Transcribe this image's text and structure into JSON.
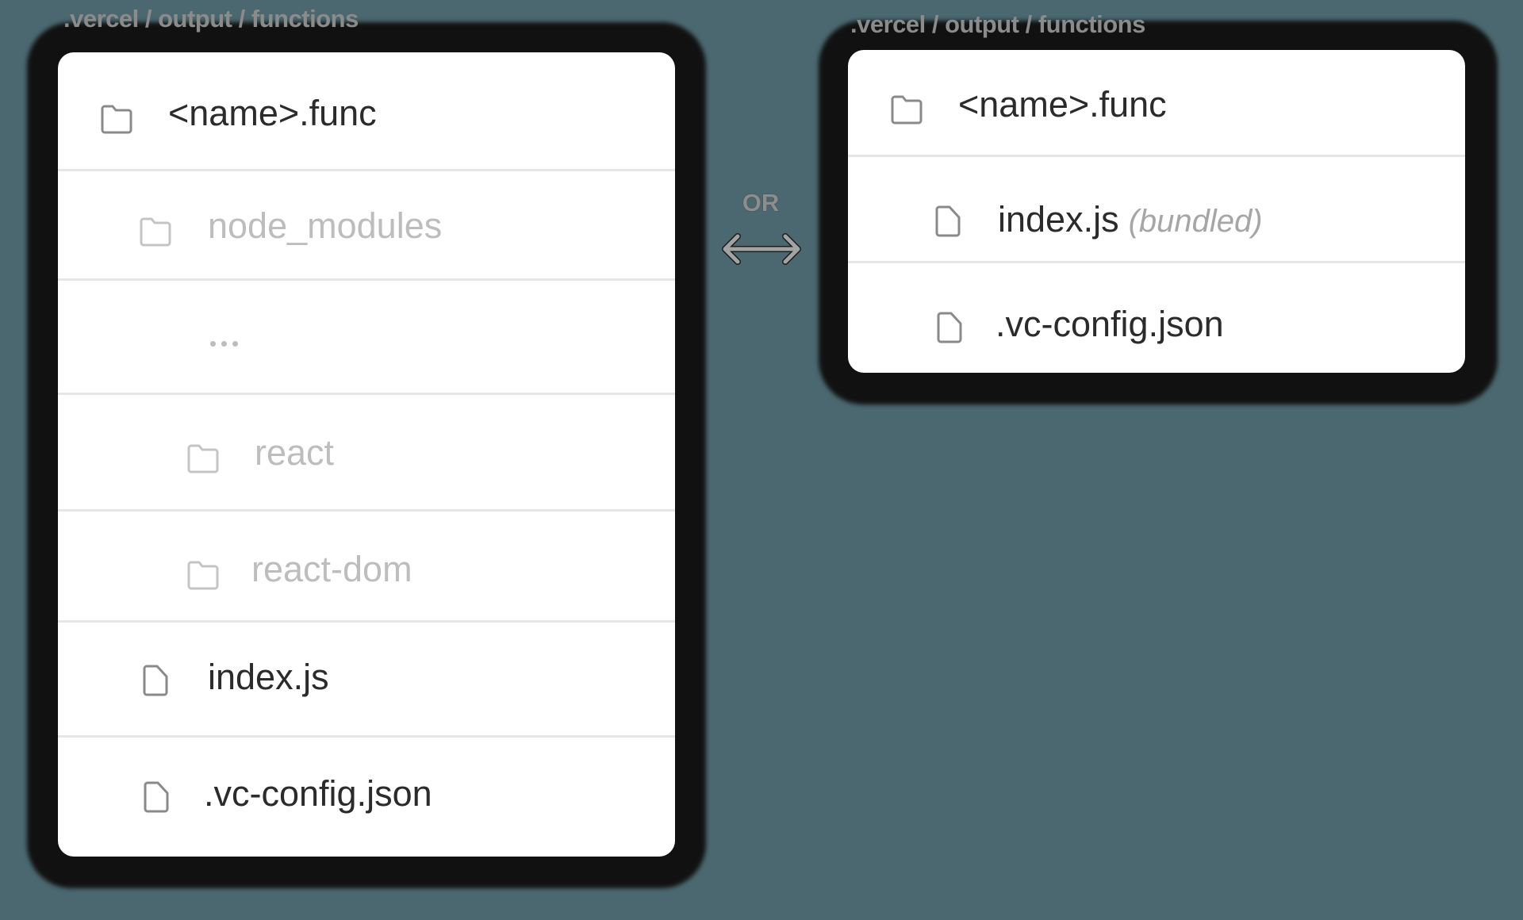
{
  "colors": {
    "background": "#4b6870",
    "card": "#ffffff",
    "shadow": "#111111",
    "text_primary": "#2b2b2b",
    "text_dimmed": "#bdbdbd",
    "text_note": "#a6a6a6",
    "divider": "#e6e6e6",
    "path_label": "#8b8b8b"
  },
  "left_panel": {
    "path_label": ".vercel / output / functions",
    "rows": [
      {
        "type": "folder",
        "icon": "folder-icon",
        "label": "<name>.func",
        "depth": 0,
        "dimmed": false
      },
      {
        "type": "folder",
        "icon": "folder-icon",
        "label": "node_modules",
        "depth": 1,
        "dimmed": true
      },
      {
        "type": "ellipsis",
        "label": "...",
        "depth": 2,
        "dimmed": true
      },
      {
        "type": "folder",
        "icon": "folder-icon",
        "label": "react",
        "depth": 2,
        "dimmed": true
      },
      {
        "type": "folder",
        "icon": "folder-icon",
        "label": "react-dom",
        "depth": 2,
        "dimmed": true
      },
      {
        "type": "file",
        "icon": "file-icon",
        "label": "index.js",
        "depth": 1,
        "dimmed": false
      },
      {
        "type": "file",
        "icon": "file-icon",
        "label": ".vc-config.json",
        "depth": 1,
        "dimmed": false
      }
    ]
  },
  "separator": {
    "label": "OR",
    "icon": "double-arrow-icon"
  },
  "right_panel": {
    "path_label": ".vercel / output / functions",
    "rows": [
      {
        "type": "folder",
        "icon": "folder-icon",
        "label": "<name>.func",
        "depth": 0,
        "dimmed": false
      },
      {
        "type": "file",
        "icon": "file-icon",
        "label": "index.js",
        "note": "(bundled)",
        "depth": 1,
        "dimmed": false
      },
      {
        "type": "file",
        "icon": "file-icon",
        "label": ".vc-config.json",
        "depth": 1,
        "dimmed": false
      }
    ]
  }
}
